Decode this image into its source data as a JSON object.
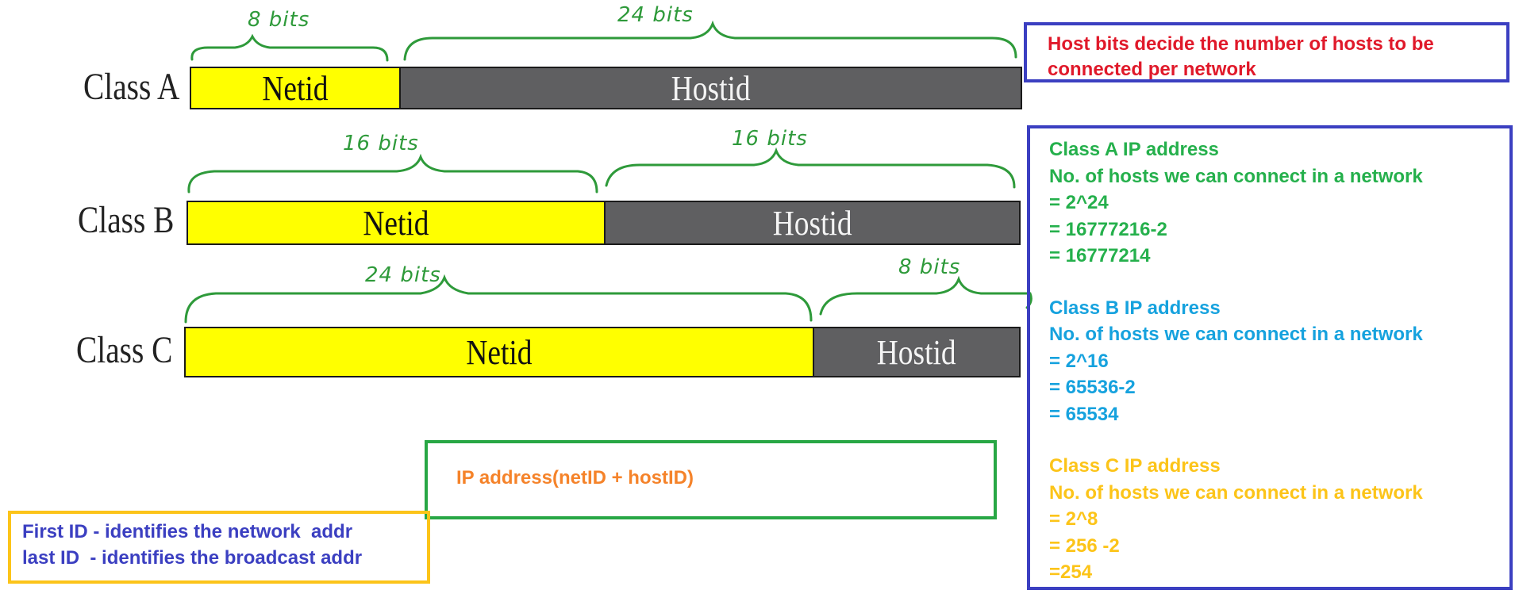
{
  "colors": {
    "netid_fill": "#ffff00",
    "hostid_fill": "#5f5f61",
    "annotation_green": "#2e9a3a",
    "box_blue": "#3b3fc1",
    "note_red": "#e0192a",
    "class_a_text": "#25b04c",
    "class_b_text": "#16a2de",
    "class_c_text": "#fcc419",
    "ip_text": "#f5832a"
  },
  "rows": [
    {
      "label": "Class A",
      "netid_label": "Netid",
      "hostid_label": "Hostid",
      "net_bits": "8 bits",
      "host_bits": "24 bits"
    },
    {
      "label": "Class B",
      "netid_label": "Netid",
      "hostid_label": "Hostid",
      "net_bits": "16 bits",
      "host_bits": "16 bits"
    },
    {
      "label": "Class C",
      "netid_label": "Netid",
      "hostid_label": "Hostid",
      "net_bits": "24 bits",
      "host_bits": "8 bits"
    }
  ],
  "host_note": {
    "lines": [
      "Host bits decide the number of hosts to be",
      "connected per network"
    ]
  },
  "host_counts": [
    {
      "title": "Class A IP address",
      "subtitle": "No. of hosts we can connect in a network",
      "lines": [
        "= 2^24",
        "= 16777216-2",
        "= 16777214"
      ]
    },
    {
      "title": "Class B IP address",
      "subtitle": "No. of hosts we can connect in a network",
      "lines": [
        "= 2^16",
        "= 65536-2",
        "= 65534"
      ]
    },
    {
      "title": "Class C IP address",
      "subtitle": "No. of hosts we can connect in a network",
      "lines": [
        "= 2^8",
        "= 256 -2",
        "=254"
      ]
    }
  ],
  "ip_formula": "IP address(netID + hostID)",
  "id_notes": [
    "First ID - identifies the network  addr",
    "last ID  - identifies the broadcast addr"
  ]
}
